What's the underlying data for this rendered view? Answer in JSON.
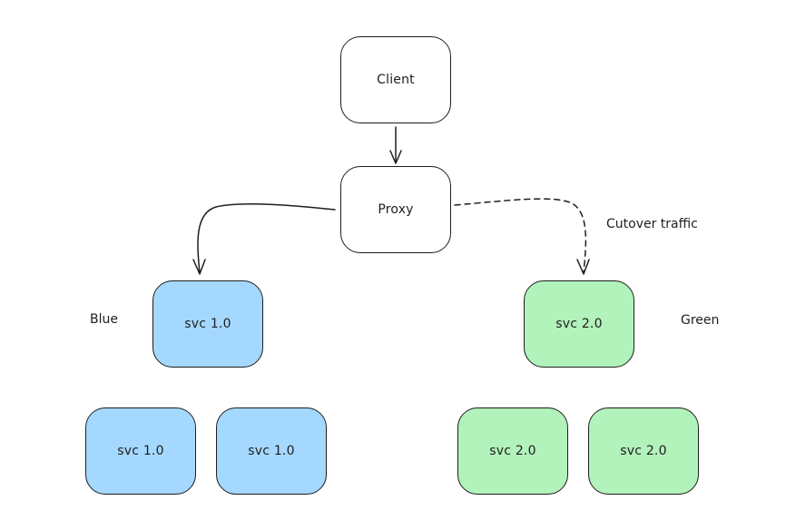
{
  "nodes": {
    "client": "Client",
    "proxy": "Proxy",
    "blue_main": "svc 1.0",
    "blue_replica_1": "svc 1.0",
    "blue_replica_2": "svc 1.0",
    "green_main": "svc 2.0",
    "green_replica_1": "svc 2.0",
    "green_replica_2": "svc 2.0"
  },
  "labels": {
    "blue": "Blue",
    "green": "Green",
    "cutover": "Cutover traffic"
  },
  "colors": {
    "blue_fill": "#a5d8ff",
    "green_fill": "#b2f2bb",
    "stroke": "#1e1e1e"
  }
}
